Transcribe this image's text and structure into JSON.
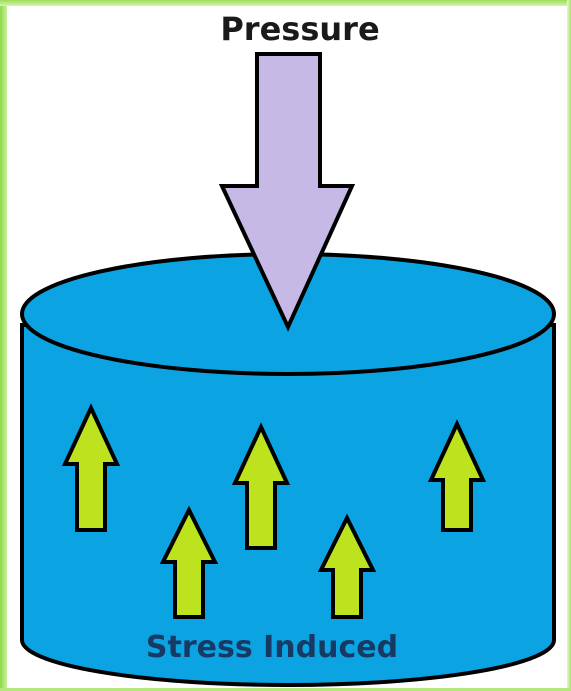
{
  "labels": {
    "top": "Pressure",
    "bottom": "Stress Induced"
  },
  "colors": {
    "cylinder_fill": "#0ba3e2",
    "cylinder_outline": "#000000",
    "pressure_arrow": "#c7b9e6",
    "stress_arrow": "#bce31e",
    "label_top": "#1a1a1a",
    "label_bottom": "#173a64",
    "border": "#9cdd58"
  },
  "icons": {
    "pressure": "down-arrow",
    "stress": "up-arrow"
  }
}
